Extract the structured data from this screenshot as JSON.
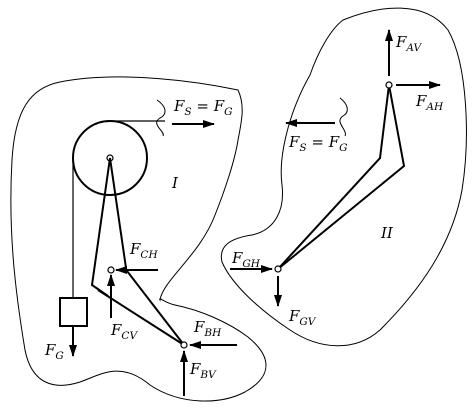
{
  "regions": {
    "left": {
      "roman_label": "I"
    },
    "right": {
      "roman_label": "II"
    }
  },
  "forces": {
    "fs_left": {
      "main": "F",
      "sub": "S",
      "eq": " = F",
      "sub2": "G"
    },
    "fs_right": {
      "main": "F",
      "sub": "S",
      "eq": " = F",
      "sub2": "G"
    },
    "fch": {
      "main": "F",
      "sub": "CH"
    },
    "fcv": {
      "main": "F",
      "sub": "CV"
    },
    "fbh": {
      "main": "F",
      "sub": "BH"
    },
    "fbv": {
      "main": "F",
      "sub": "BV"
    },
    "fg": {
      "main": "F",
      "sub": "G"
    },
    "fav": {
      "main": "F",
      "sub": "AV"
    },
    "fah": {
      "main": "F",
      "sub": "AH"
    },
    "fgh": {
      "main": "F",
      "sub": "GH"
    },
    "fgv": {
      "main": "F",
      "sub": "GV"
    }
  },
  "colors": {
    "ink": "#000000",
    "background": "#ffffff"
  }
}
